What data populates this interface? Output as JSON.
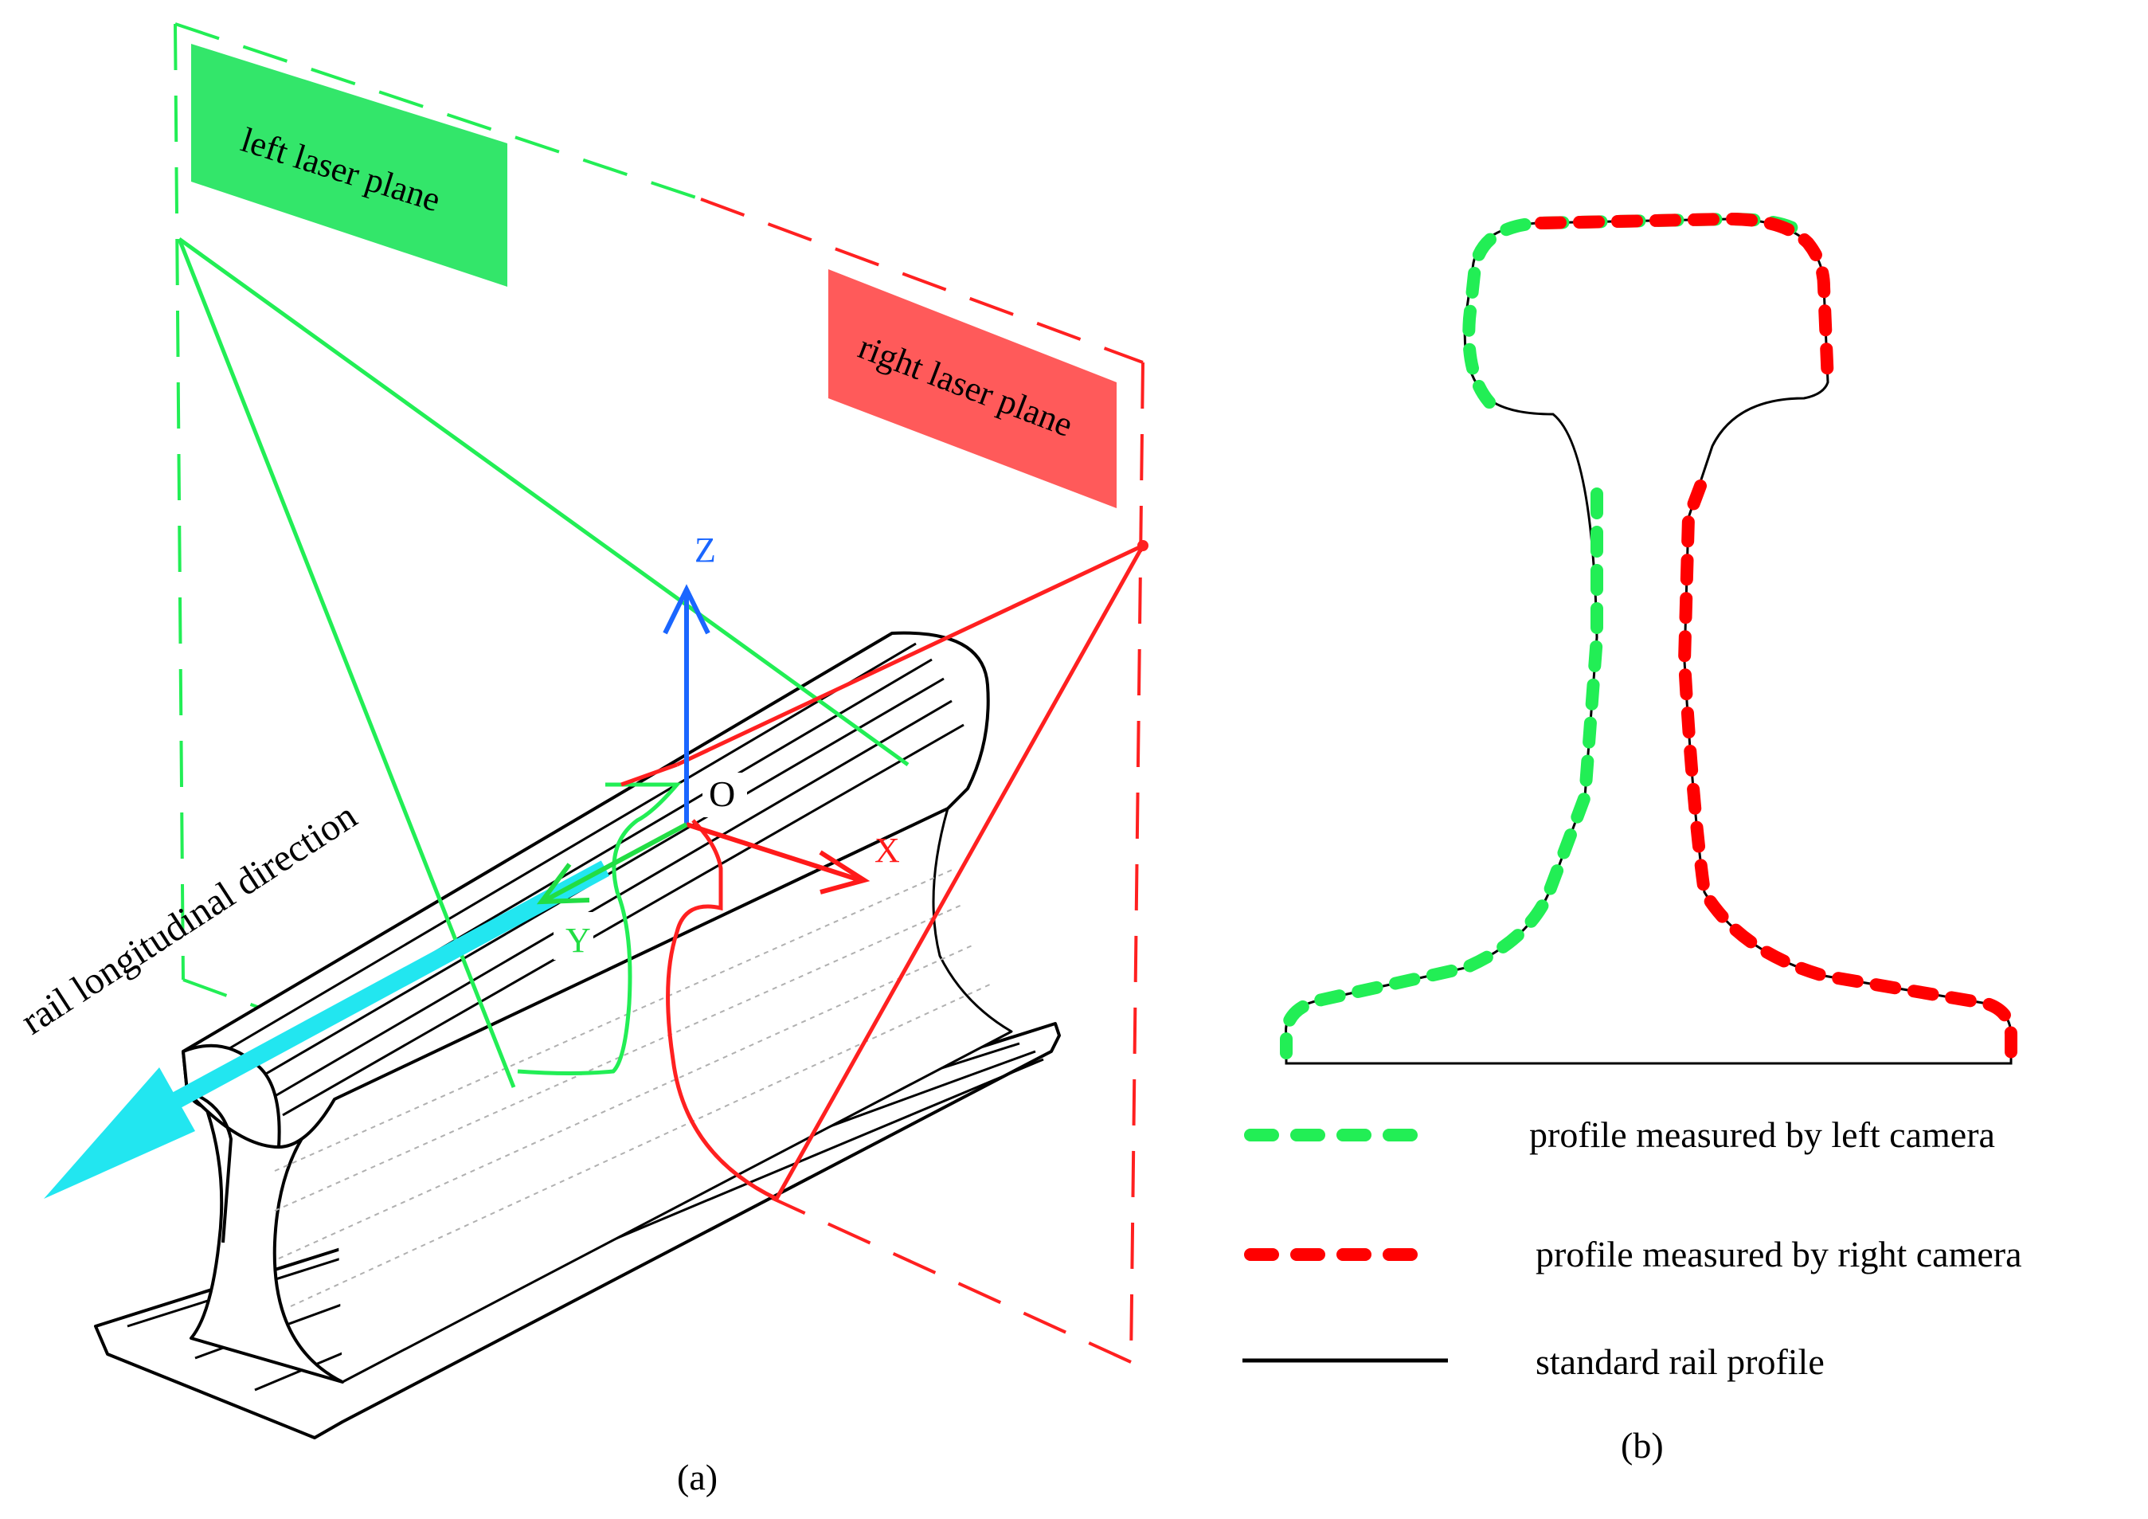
{
  "panel_a": {
    "caption": "(a)",
    "left_plane_label": "left laser plane",
    "right_plane_label": "right laser plane",
    "axis_z": "Z",
    "axis_x": "X",
    "axis_y": "Y",
    "origin": "O",
    "direction_label": "rail longitudinal direction"
  },
  "panel_b": {
    "caption": "(b)",
    "legend": [
      {
        "key": "left",
        "label": "profile measured by left camera",
        "color": "#22ee55",
        "style": "dashed"
      },
      {
        "key": "right",
        "label": "profile measured by right camera",
        "color": "#ff0000",
        "style": "dashed"
      },
      {
        "key": "standard",
        "label": "standard rail profile",
        "color": "#000000",
        "style": "solid"
      }
    ]
  },
  "colors": {
    "left_laser": "#22ee55",
    "right_laser": "#ff2020",
    "left_plane_fill": "#33e66a",
    "right_plane_fill": "#ff5a5a",
    "axis_z": "#1a66ff",
    "axis_x": "#ff1a1a",
    "axis_y": "#22dd44",
    "direction_arrow": "#22e6f0",
    "rail_line": "#000000"
  }
}
